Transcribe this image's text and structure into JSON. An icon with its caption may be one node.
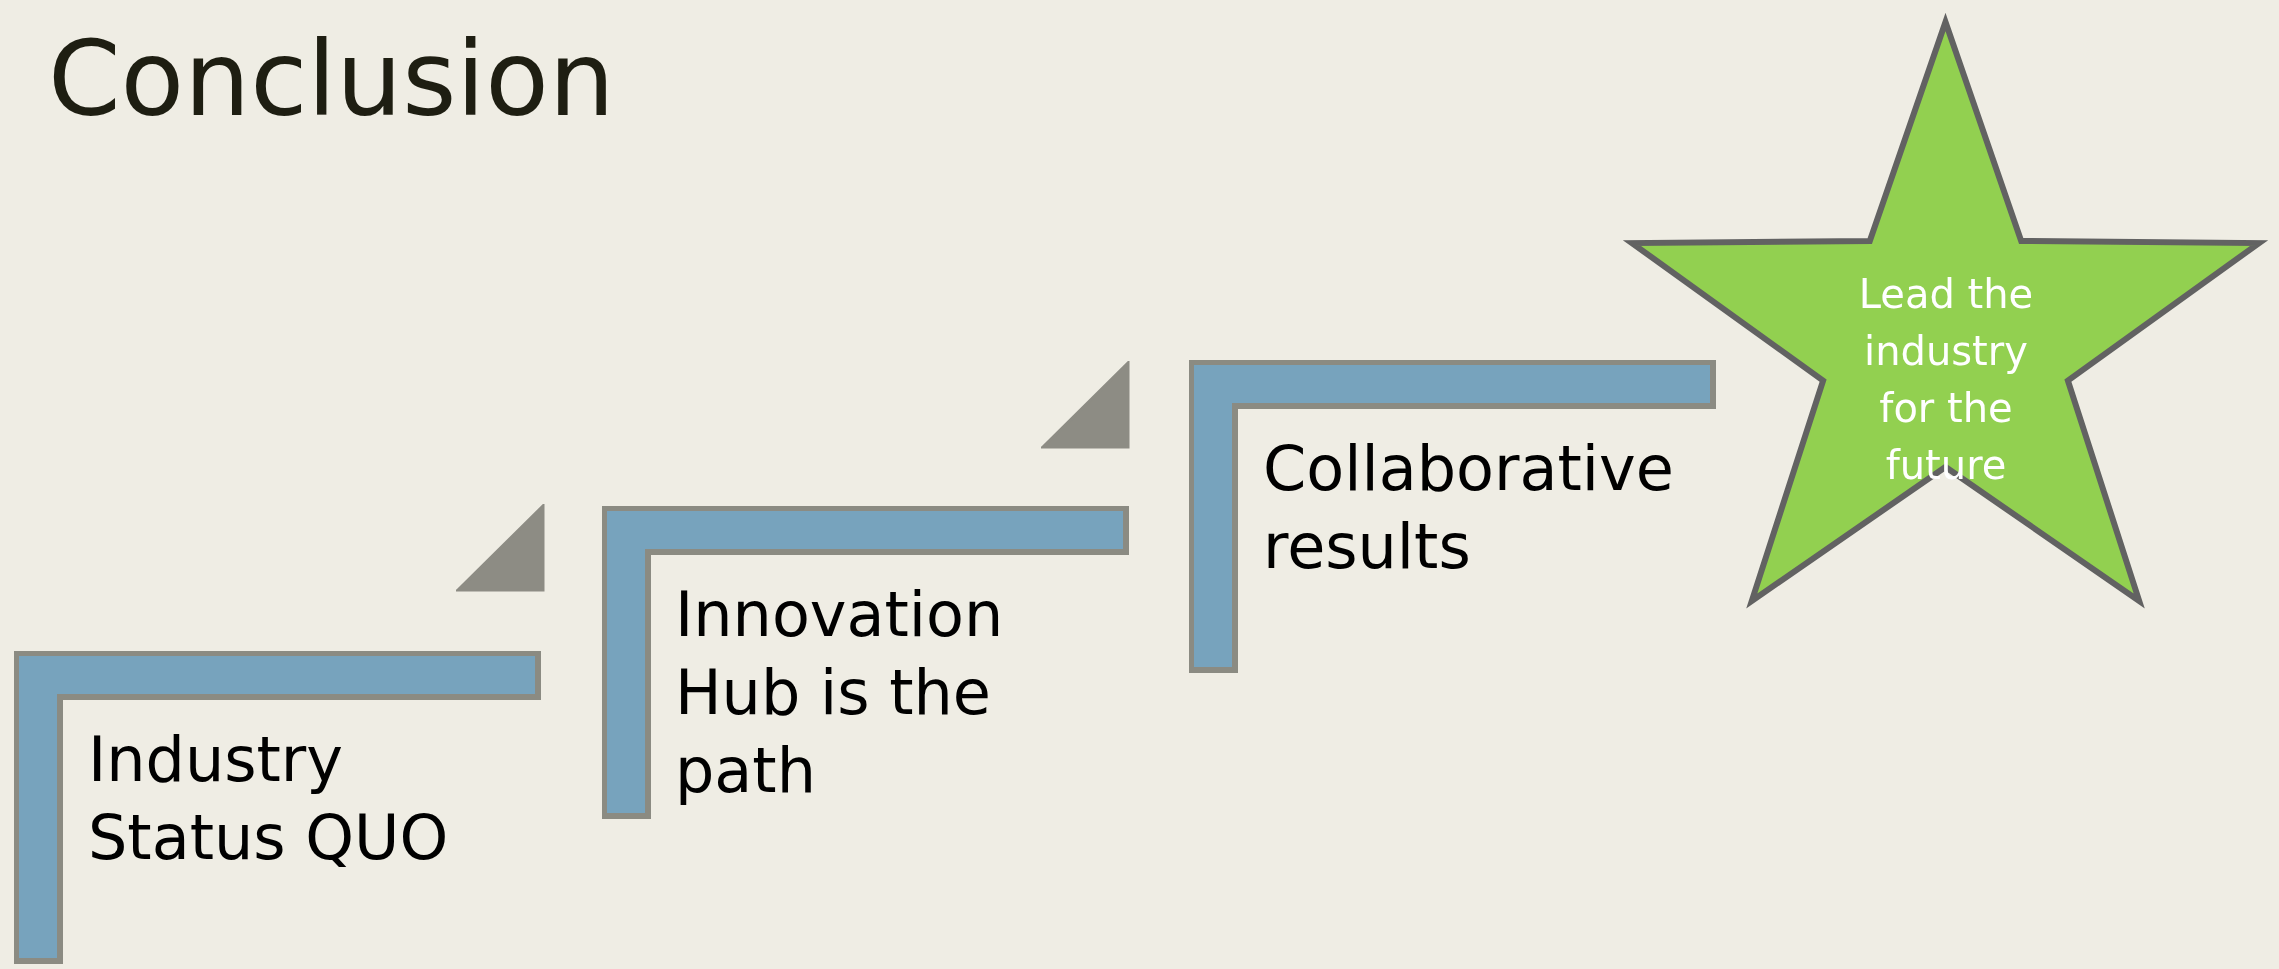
{
  "diagram": {
    "title": "Conclusion",
    "nodes": [
      {
        "text": [
          "Industry Status QUO"
        ]
      },
      {
        "text": [],
        "shape": "triangle"
      },
      {
        "text": [
          "Innovation Hub is the path"
        ]
      },
      {
        "text": [],
        "shape": "triangle"
      },
      {
        "text": [
          "Collaborative results"
        ]
      },
      {
        "text": [
          "Lead the industry for the future"
        ]
      }
    ]
  }
}
